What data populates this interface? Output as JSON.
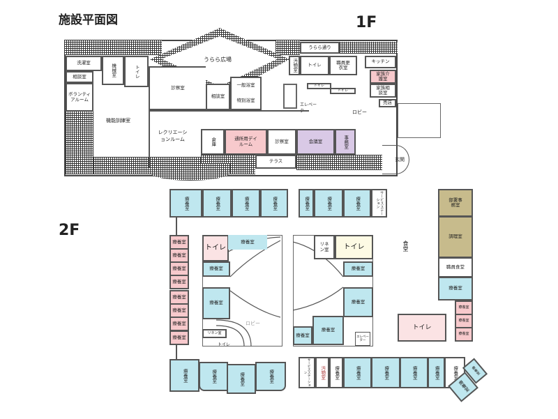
{
  "title": "施設平面図",
  "floor1": {
    "label": "1F",
    "plaza": "うらら広場",
    "rooms": [
      "洗濯室",
      "相談室",
      "ボランティアルーム",
      "機械室",
      "トイレ",
      "診察室",
      "相談室",
      "一般浴室",
      "特別浴室",
      "倉庫",
      "通所用デイルーム",
      "診察室",
      "会議室",
      "事務室",
      "テラス",
      "うらら通り",
      "トイレ",
      "職員更衣室",
      "キッチン",
      "家族介護室",
      "家族相談室",
      "売店",
      "トイレ",
      "トイレ",
      "汚物室"
    ],
    "labels": [
      "機能訓練室",
      "レクリエーションルーム",
      "エレベーター",
      "ロビー",
      "玄関"
    ]
  },
  "floor2": {
    "label": "2F",
    "care_room": "療養室",
    "service_station": "サービスステーション",
    "rooms": [
      "トイレ",
      "リネン室",
      "トイレ",
      "エレベーター",
      "部署事務室",
      "調理室",
      "職員食堂",
      "トイレ",
      "汚物室",
      "リネン室"
    ],
    "labels": [
      "ロビー",
      "トイレ",
      "食堂"
    ]
  },
  "colors": {
    "care": "#bfe7ef",
    "day": "#f7c9cc",
    "meeting": "#d9c9e6",
    "kitchen": "#c7bb8c"
  }
}
